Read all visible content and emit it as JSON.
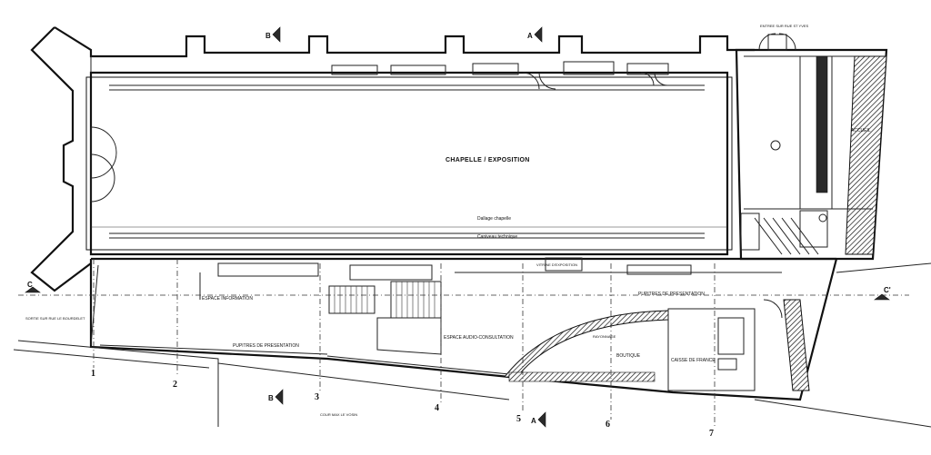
{
  "rooms": {
    "chapel": "CHAPELLE / EXPOSITION",
    "info": "ESPACE INFORMATION",
    "audio": "ESPACE AUDIO-CONSULTATION",
    "shop": "BOUTIQUE",
    "cash": "CAISSE DE FRANCE",
    "access": "ACCUEIL"
  },
  "labels": {
    "entry": "ENTREE SUR RUE ST YVES",
    "exit": "SORTIE SUR RUE LE BOURDELET",
    "courtyard": "COUR MAX LE VOSIN",
    "display": "PUPITRES DE PRESENTATION",
    "display2": "PUPITRES DE PRESENTATION",
    "floor": "Dallage chapelle",
    "channel": "Caniveau technique",
    "showcase": "VITRINE D'EXPOSITION",
    "shelving": "RAYONNAGE"
  },
  "sections": {
    "a": "A",
    "b": "B",
    "c_left": "C",
    "c_right": "C'"
  },
  "axes": [
    "1",
    "2",
    "3",
    "4",
    "5",
    "6",
    "7"
  ]
}
